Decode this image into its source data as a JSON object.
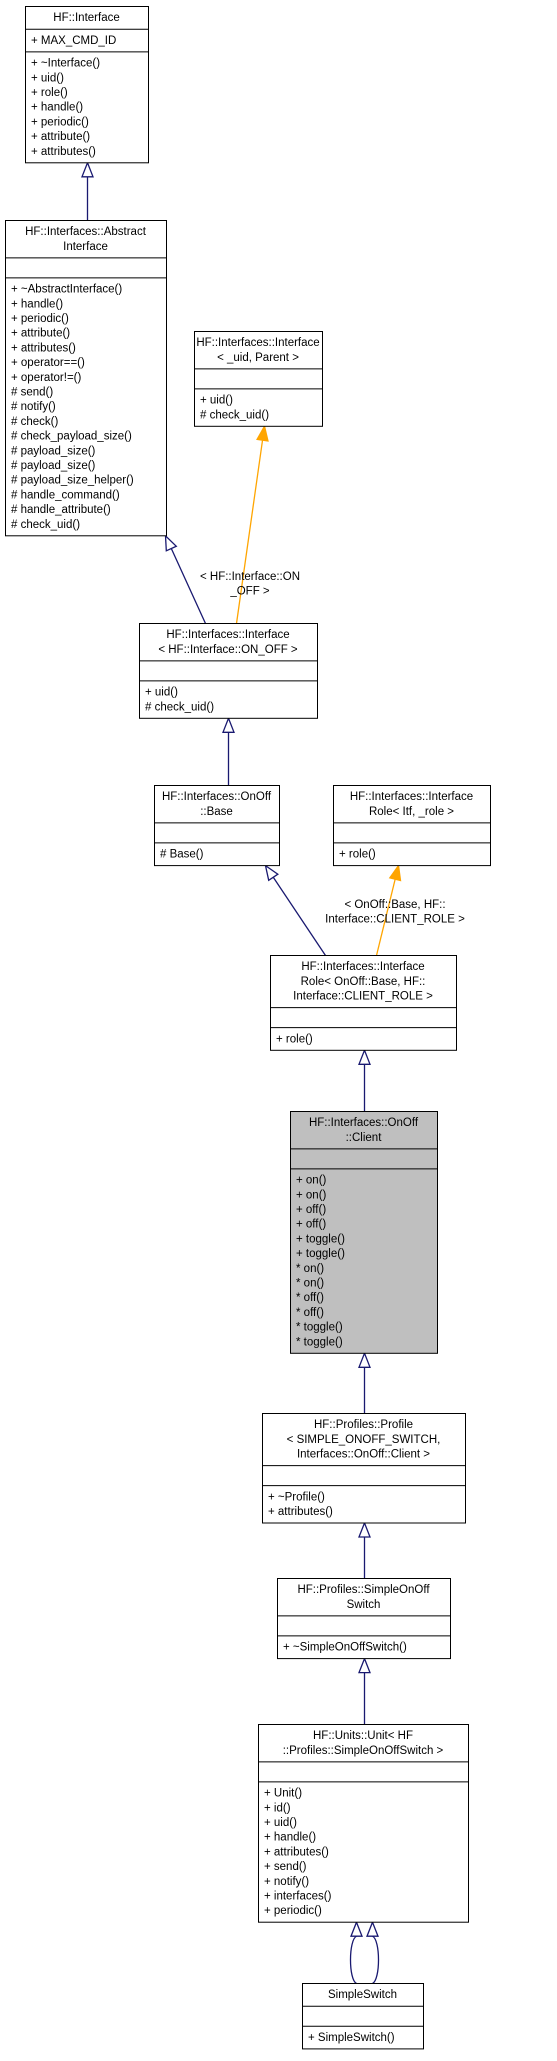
{
  "nodes": [
    {
      "id": "hf_interface",
      "title": [
        "HF::Interface"
      ],
      "attributes": [
        "+ MAX_CMD_ID"
      ],
      "methods": [
        "+ ~Interface()",
        "+ uid()",
        "+ role()",
        "+ handle()",
        "+ periodic()",
        "+ attribute()",
        "+ attributes()"
      ]
    },
    {
      "id": "abstract_interface",
      "title": [
        "HF::Interfaces::Abstract",
        "Interface"
      ],
      "attributes": [],
      "methods": [
        "+ ~AbstractInterface()",
        "+ handle()",
        "+ periodic()",
        "+ attribute()",
        "+ attributes()",
        "+ operator==()",
        "+ operator!=()",
        "# send()",
        "# notify()",
        "# check()",
        "# check_payload_size()",
        "# payload_size()",
        "# payload_size()",
        "# payload_size_helper()",
        "# handle_command()",
        "# handle_attribute()",
        "# check_uid()"
      ]
    },
    {
      "id": "interface_tpl",
      "title": [
        "HF::Interfaces::Interface",
        "< _uid, Parent >"
      ],
      "attributes": [],
      "methods": [
        "+ uid()",
        "# check_uid()"
      ]
    },
    {
      "id": "interface_onoff",
      "title": [
        "HF::Interfaces::Interface",
        "< HF::Interface::ON_OFF >"
      ],
      "attributes": [],
      "methods": [
        "+ uid()",
        "# check_uid()"
      ]
    },
    {
      "id": "onoff_base",
      "title": [
        "HF::Interfaces::OnOff",
        "::Base"
      ],
      "attributes": [],
      "methods": [
        "# Base()"
      ]
    },
    {
      "id": "interface_role_tpl",
      "title": [
        "HF::Interfaces::Interface",
        "Role< Itf, _role >"
      ],
      "attributes": [],
      "methods": [
        "+ role()"
      ]
    },
    {
      "id": "interface_role_client",
      "title": [
        "HF::Interfaces::Interface",
        "Role< OnOff::Base, HF::",
        "Interface::CLIENT_ROLE >"
      ],
      "attributes": [],
      "methods": [
        "+ role()"
      ]
    },
    {
      "id": "onoff_client",
      "title": [
        "HF::Interfaces::OnOff",
        "::Client"
      ],
      "attributes": [],
      "methods": [
        "+ on()",
        "+ on()",
        "+ off()",
        "+ off()",
        "+ toggle()",
        "+ toggle()",
        "* on()",
        "* on()",
        "* off()",
        "* off()",
        "* toggle()",
        "* toggle()"
      ]
    },
    {
      "id": "profile",
      "title": [
        "HF::Profiles::Profile",
        "< SIMPLE_ONOFF_SWITCH,",
        "Interfaces::OnOff::Client >"
      ],
      "attributes": [],
      "methods": [
        "+ ~Profile()",
        "+ attributes()"
      ]
    },
    {
      "id": "simple_onoff_switch",
      "title": [
        "HF::Profiles::SimpleOnOff",
        "Switch"
      ],
      "attributes": [],
      "methods": [
        "+ ~SimpleOnOffSwitch()"
      ]
    },
    {
      "id": "unit",
      "title": [
        "HF::Units::Unit< HF",
        "::Profiles::SimpleOnOffSwitch >"
      ],
      "attributes": [],
      "methods": [
        "+ Unit()",
        "+ id()",
        "+ uid()",
        "+ handle()",
        "+ attributes()",
        "+ send()",
        "+ notify()",
        "+ interfaces()",
        "+ periodic()"
      ]
    },
    {
      "id": "simple_switch",
      "title": [
        "SimpleSwitch"
      ],
      "attributes": [],
      "methods": [
        "+ SimpleSwitch()"
      ]
    }
  ],
  "edges": [
    {
      "from": "abstract_interface",
      "to": "hf_interface",
      "kind": "inherit",
      "label": []
    },
    {
      "from": "interface_onoff",
      "to": "abstract_interface",
      "kind": "inherit",
      "label": []
    },
    {
      "from": "interface_onoff",
      "to": "interface_tpl",
      "kind": "template",
      "label": [
        "< HF::Interface::ON",
        "_OFF >"
      ]
    },
    {
      "from": "onoff_base",
      "to": "interface_onoff",
      "kind": "inherit",
      "label": []
    },
    {
      "from": "interface_role_client",
      "to": "onoff_base",
      "kind": "inherit",
      "label": []
    },
    {
      "from": "interface_role_client",
      "to": "interface_role_tpl",
      "kind": "template",
      "label": [
        "< OnOff::Base, HF::",
        "Interface::CLIENT_ROLE >"
      ]
    },
    {
      "from": "onoff_client",
      "to": "interface_role_client",
      "kind": "inherit",
      "label": []
    },
    {
      "from": "profile",
      "to": "onoff_client",
      "kind": "inherit",
      "label": []
    },
    {
      "from": "simple_onoff_switch",
      "to": "profile",
      "kind": "inherit",
      "label": []
    },
    {
      "from": "unit",
      "to": "simple_onoff_switch",
      "kind": "inherit",
      "label": []
    },
    {
      "from": "simple_switch",
      "to": "unit",
      "kind": "inherit",
      "label": []
    },
    {
      "from": "simple_switch",
      "to": "unit",
      "kind": "inherit",
      "label": []
    }
  ],
  "highlighted_node": "onoff_client",
  "colors": {
    "inherit_edge": "#191970",
    "template_edge": "#ffa500",
    "highlight_fill": "#bfbfbf",
    "node_fill": "#ffffff",
    "border": "#000000"
  }
}
